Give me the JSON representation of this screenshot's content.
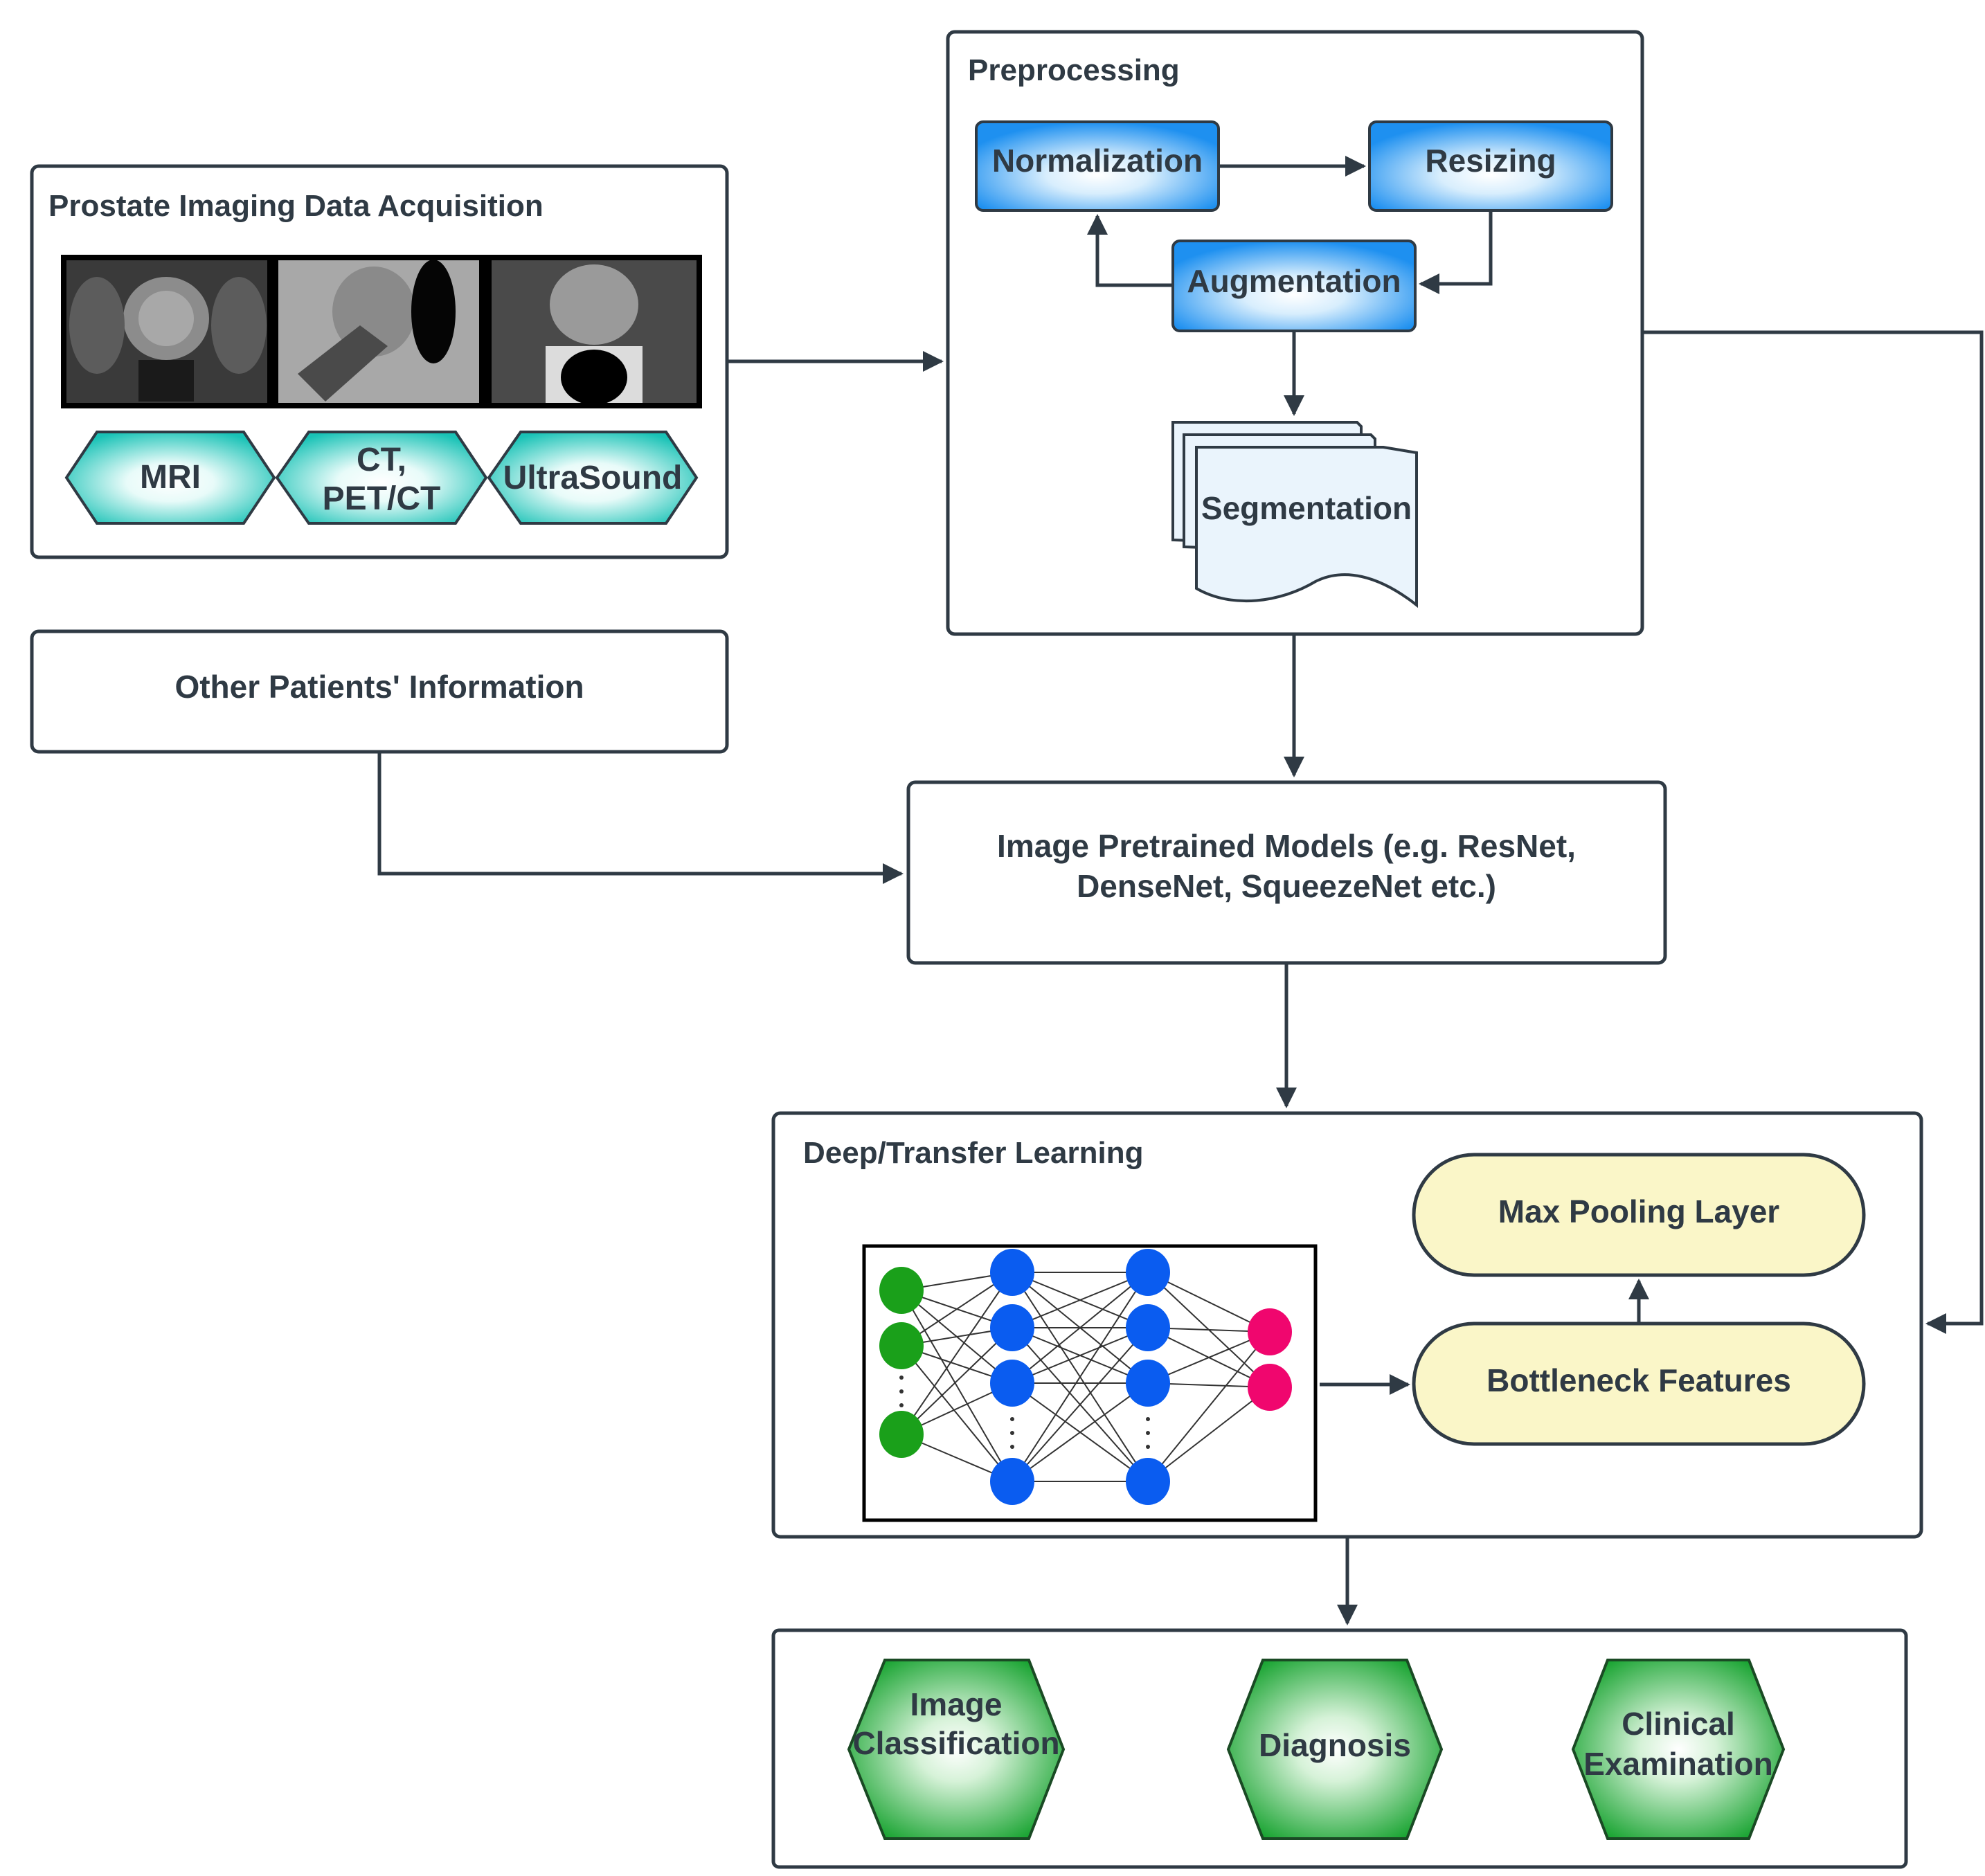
{
  "acquisition": {
    "title": "Prostate Imaging Data Acquisition",
    "images": [
      "mri-scan-axial",
      "mri-scan-sagittal",
      "mri-scan-coronal"
    ],
    "modalities": [
      {
        "lines": [
          "MRI"
        ]
      },
      {
        "lines": [
          "CT,",
          "PET/CT"
        ]
      },
      {
        "lines": [
          "UltraSound"
        ]
      }
    ],
    "modality_color": "#19c2b6"
  },
  "other_info": {
    "label": "Other Patients' Information"
  },
  "preprocessing": {
    "title": "Preprocessing",
    "steps": {
      "normalization": "Normalization",
      "resizing": "Resizing",
      "augmentation": "Augmentation",
      "segmentation": "Segmentation"
    },
    "step_color": "#1e90f0"
  },
  "pretrained": {
    "lines": [
      "Image Pretrained Models (e.g. ResNet,",
      "DenseNet, SqueezeNet etc.)"
    ]
  },
  "deep_learning": {
    "title": "Deep/Transfer Learning",
    "max_pooling": "Max Pooling Layer",
    "bottleneck": "Bottleneck Features",
    "pill_color": "#faf6c8",
    "network": {
      "input_color": "#1aa01a",
      "hidden_color": "#0a5cf0",
      "output_color": "#f0066e"
    }
  },
  "outputs": {
    "items": [
      {
        "lines": [
          "Image",
          "Classification"
        ]
      },
      {
        "lines": [
          "Diagnosis"
        ]
      },
      {
        "lines": [
          "Clinical",
          "Examination"
        ]
      }
    ],
    "color": "#15a22e"
  }
}
